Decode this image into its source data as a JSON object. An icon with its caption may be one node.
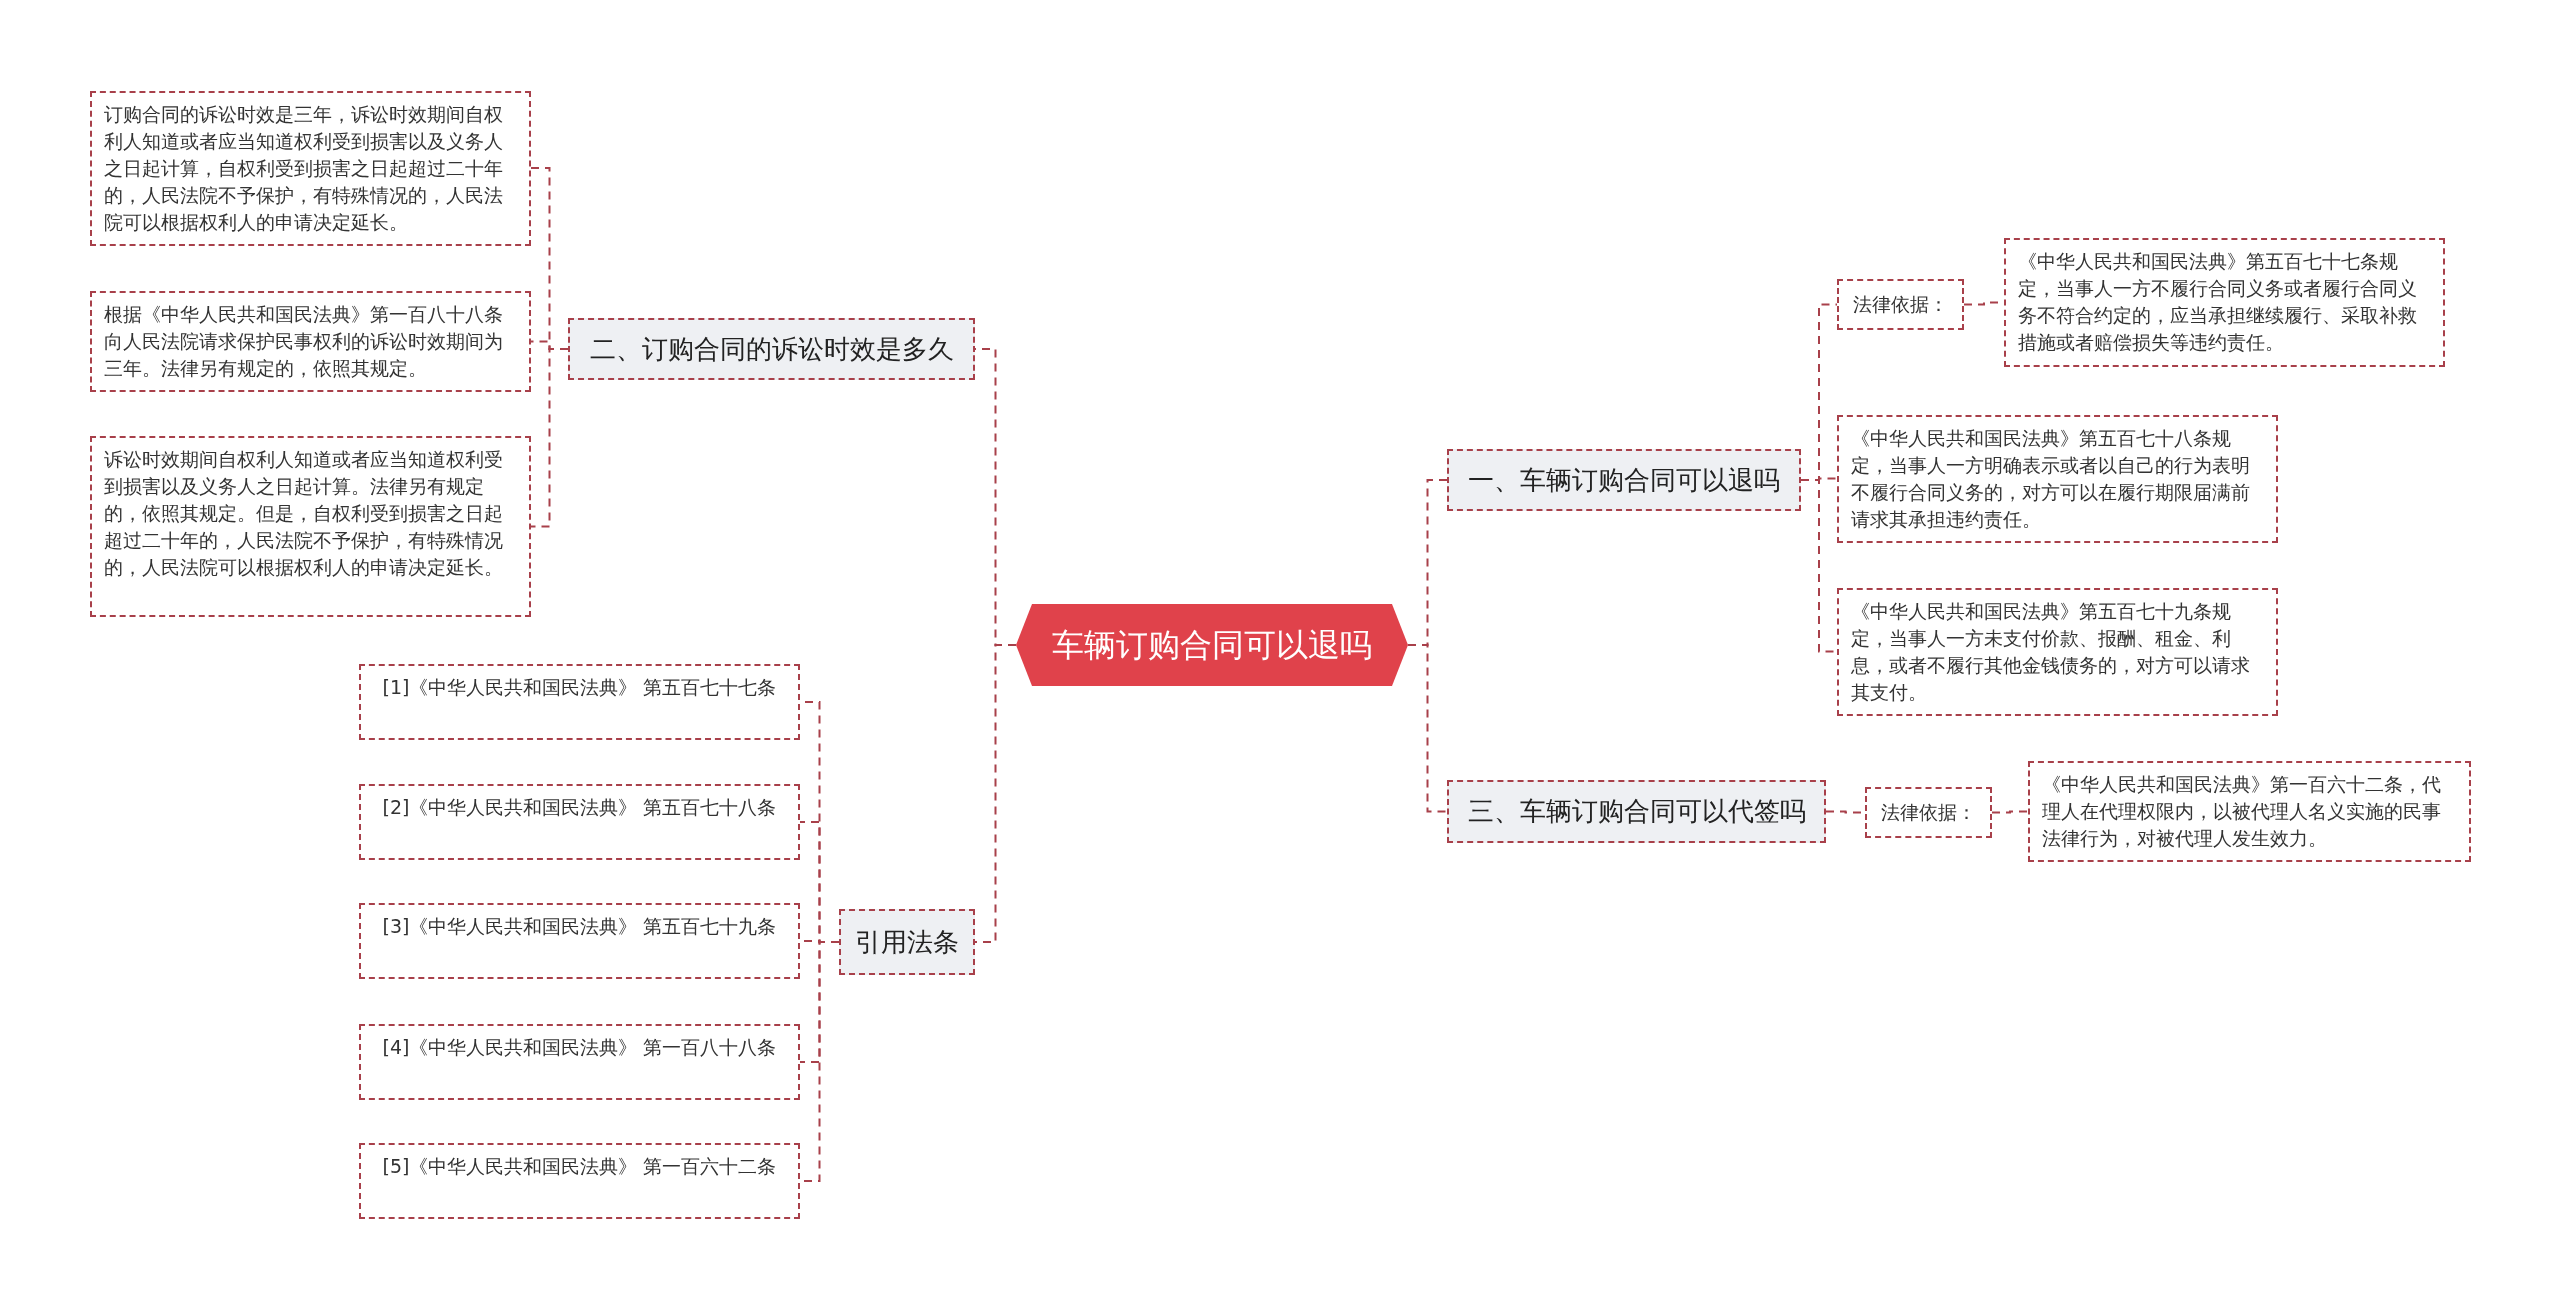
{
  "diagram": {
    "nodes": [
      {
        "text": [
          "车辆订购合同可以退吗"
        ]
      },
      {
        "text": [
          "二、订购合同的诉讼时效是多久"
        ]
      },
      {
        "text": [
          "订购合同的诉讼时效是三年，诉讼时效期间自权利人知道或者应当知道权利受到损害以及义务人之日起计算，自权利受到损害之日起超过二十年的，人民法院不予保护，有特殊情况的，人民法院可以根据权利人的申请决定延长。"
        ]
      },
      {
        "text": [
          "根据《中华人民共和国民法典》第一百八十八条向人民法院请求保护民事权利的诉讼时效期间为三年。法律另有规定的，依照其规定。"
        ]
      },
      {
        "text": [
          "诉讼时效期间自权利人知道或者应当知道权利受到损害以及义务人之日起计算。法律另有规定的，依照其规定。但是，自权利受到损害之日起超过二十年的，人民法院不予保护，有特殊情况的，人民法院可以根据权利人的申请决定延长。"
        ]
      },
      {
        "text": [
          "引用法条"
        ]
      },
      {
        "text": [
          "[1]《中华人民共和国民法典》 第五百七十七条"
        ]
      },
      {
        "text": [
          "[2]《中华人民共和国民法典》 第五百七十八条"
        ]
      },
      {
        "text": [
          "[3]《中华人民共和国民法典》 第五百七十九条"
        ]
      },
      {
        "text": [
          "[4]《中华人民共和国民法典》 第一百八十八条"
        ]
      },
      {
        "text": [
          "[5]《中华人民共和国民法典》 第一百六十二条"
        ]
      },
      {
        "text": [
          "一、车辆订购合同可以退吗"
        ]
      },
      {
        "text": [
          "法律依据："
        ]
      },
      {
        "text": [
          "《中华人民共和国民法典》第五百七十七条规定，当事人一方不履行合同义务或者履行合同义务不符合约定的，应当承担继续履行、采取补救措施或者赔偿损失等违约责任。"
        ]
      },
      {
        "text": [
          "《中华人民共和国民法典》第五百七十八条规定，当事人一方明确表示或者以自己的行为表明不履行合同义务的，对方可以在履行期限届满前请求其承担违约责任。"
        ]
      },
      {
        "text": [
          "《中华人民共和国民法典》第五百七十九条规定，当事人一方未支付价款、报酬、租金、利息，或者不履行其他金钱债务的，对方可以请求其支付。"
        ]
      },
      {
        "text": [
          "三、车辆订购合同可以代签吗"
        ]
      },
      {
        "text": [
          "法律依据："
        ]
      },
      {
        "text": [
          "《中华人民共和国民法典》第一百六十二条，代理人在代理权限内，以被代理人名义实施的民事法律行为，对被代理人发生效力。"
        ]
      }
    ],
    "edges": [
      {
        "from": 0,
        "to": 1,
        "arrow": "none",
        "style": "dashed"
      },
      {
        "from": 1,
        "to": 2,
        "arrow": "none",
        "style": "dashed"
      },
      {
        "from": 1,
        "to": 3,
        "arrow": "none",
        "style": "dashed"
      },
      {
        "from": 1,
        "to": 4,
        "arrow": "none",
        "style": "dashed"
      },
      {
        "from": 0,
        "to": 5,
        "arrow": "none",
        "style": "dashed"
      },
      {
        "from": 5,
        "to": 6,
        "arrow": "none",
        "style": "dashed"
      },
      {
        "from": 5,
        "to": 7,
        "arrow": "none",
        "style": "dashed"
      },
      {
        "from": 5,
        "to": 8,
        "arrow": "none",
        "style": "dashed"
      },
      {
        "from": 5,
        "to": 9,
        "arrow": "none",
        "style": "dashed"
      },
      {
        "from": 5,
        "to": 10,
        "arrow": "none",
        "style": "dashed"
      },
      {
        "from": 0,
        "to": 11,
        "arrow": "none",
        "style": "dashed"
      },
      {
        "from": 11,
        "to": 12,
        "arrow": "none",
        "style": "dashed"
      },
      {
        "from": 12,
        "to": 13,
        "arrow": "none",
        "style": "dashed"
      },
      {
        "from": 11,
        "to": 14,
        "arrow": "none",
        "style": "dashed"
      },
      {
        "from": 11,
        "to": 15,
        "arrow": "none",
        "style": "dashed"
      },
      {
        "from": 0,
        "to": 16,
        "arrow": "none",
        "style": "dashed"
      },
      {
        "from": 16,
        "to": 17,
        "arrow": "none",
        "style": "dashed"
      },
      {
        "from": 17,
        "to": 18,
        "arrow": "none",
        "style": "dashed"
      }
    ]
  }
}
